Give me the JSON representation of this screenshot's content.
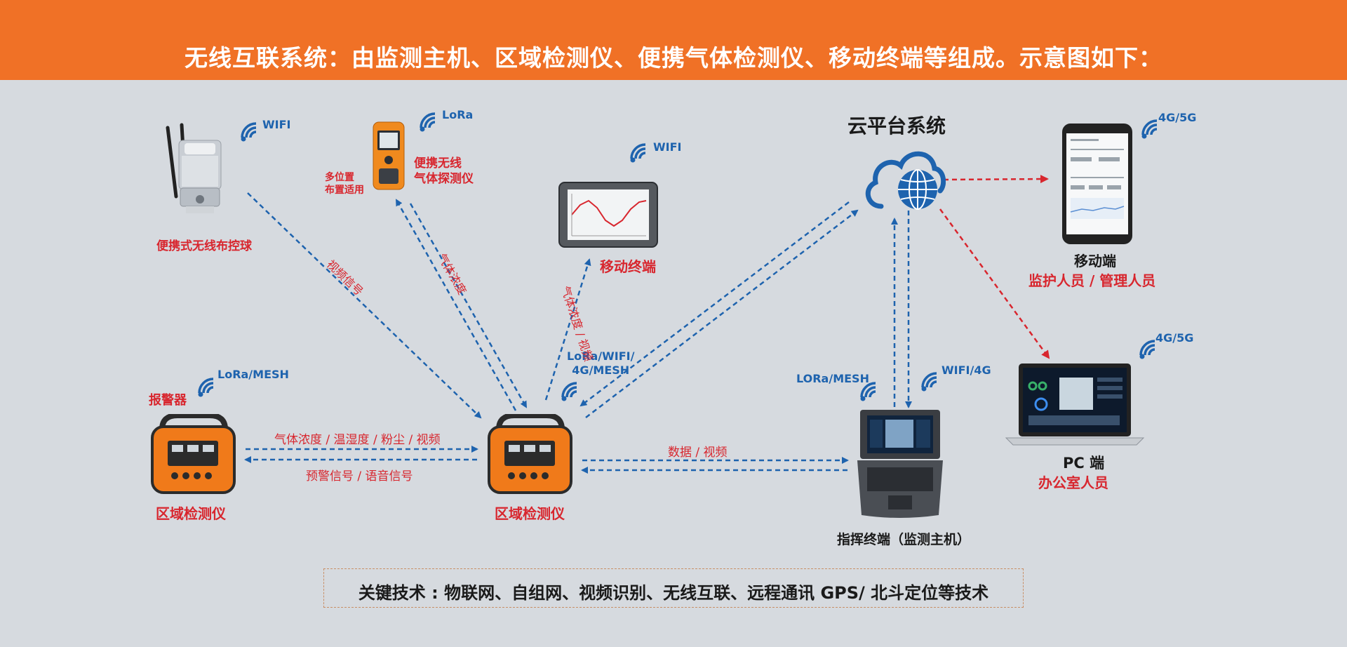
{
  "banner": {
    "title": "无线互联系统：由监测主机、区域检测仪、便携气体检测仪、移动终端等组成。示意图如下："
  },
  "nodes": {
    "ptz_ball": {
      "label": "便携式无线布控球",
      "protocol": "WIFI"
    },
    "portable_gas": {
      "label_line1": "便携无线",
      "label_line2": "气体探测仪",
      "note_line1": "多位置",
      "note_line2": "布置适用",
      "protocol": "LoRa"
    },
    "mobile_terminal": {
      "label": "移动终端",
      "protocol": "WIFI"
    },
    "cloud": {
      "label": "云平台系统"
    },
    "mobile_phone": {
      "label": "移动端",
      "role": "监护人员 / 管理人员",
      "protocol": "4G/5G"
    },
    "pc": {
      "label": "PC 端",
      "role": "办公室人员",
      "protocol": "4G/5G"
    },
    "alarm_detector": {
      "label": "区域检测仪",
      "alarm_label": "报警器",
      "protocol": "LoRa/MESH"
    },
    "center_detector": {
      "label": "区域检测仪",
      "protocol_line1": "LoRa/WIFI/",
      "protocol_line2": "4G/MESH"
    },
    "command_terminal": {
      "label": "指挥终端（监测主机）",
      "protocol_left": "LORa/MESH",
      "protocol_right": "WIFI/4G"
    }
  },
  "links": {
    "video_signal": "视频信号",
    "gas_concentration": "气体浓度",
    "gas_video": "气体浓度 / 视频",
    "data_up": "气体浓度 / 温湿度 / 粉尘 / 视频",
    "data_down": "预警信号 / 语音信号",
    "data_video": "数据 / 视频"
  },
  "footer": {
    "text": "关键技术 : 物联网、自组网、视频识别、无线互联、远程通讯 GPS/ 北斗定位等技术"
  },
  "colors": {
    "banner": "#f07126",
    "background": "#d6dadf",
    "link_blue": "#1e63ae",
    "link_red": "#d8262e",
    "device_orange": "#f07a1a"
  }
}
